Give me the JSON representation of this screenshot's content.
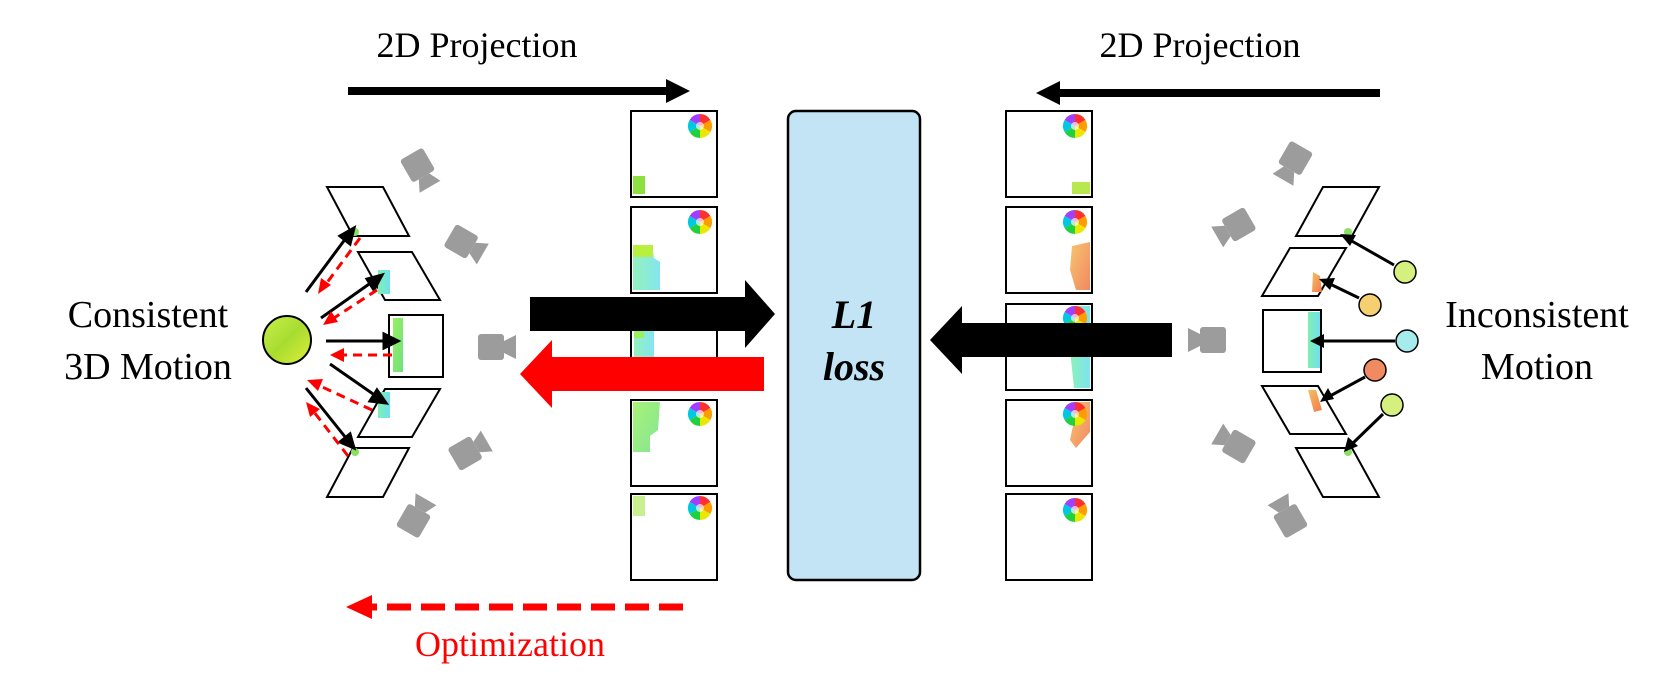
{
  "labels": {
    "projection_left": "2D Projection",
    "projection_right": "2D Projection",
    "consistent_line1": "Consistent",
    "consistent_line2": "3D Motion",
    "inconsistent_line1": "Inconsistent",
    "inconsistent_line2": "Motion",
    "loss_line1": "L1",
    "loss_line2": "loss",
    "optimization": "Optimization"
  },
  "colors": {
    "loss_box": "#c2e4f4",
    "optimization": "#ff0000",
    "camera": "#9c9c9c",
    "flow_cyan": "#7fe6e6",
    "flow_green": "#7fe070",
    "flow_orange": "#f09a55"
  },
  "icons": [
    "camera-icon",
    "color-wheel-icon",
    "sphere-point-icon"
  ]
}
